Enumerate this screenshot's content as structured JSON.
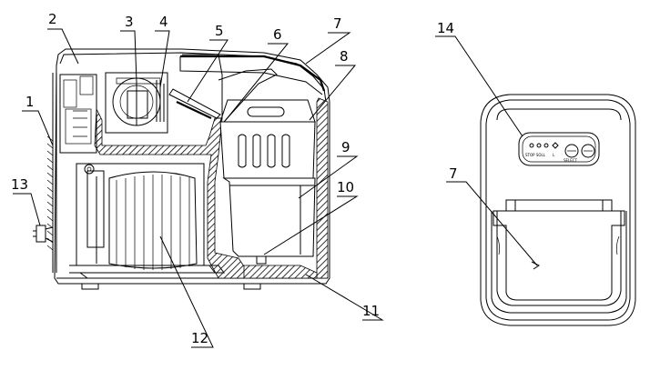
{
  "callouts": {
    "c1": "1",
    "c2": "2",
    "c3": "3",
    "c4": "4",
    "c5": "5",
    "c6": "6",
    "c7": "7",
    "c8": "8",
    "c9": "9",
    "c10": "10",
    "c11": "11",
    "c12": "12",
    "c13": "13",
    "c14": "14",
    "c7b": "7"
  },
  "panel": {
    "small_left": "STOP SOLL",
    "small_mid": "L",
    "small_right": "SELECT"
  }
}
